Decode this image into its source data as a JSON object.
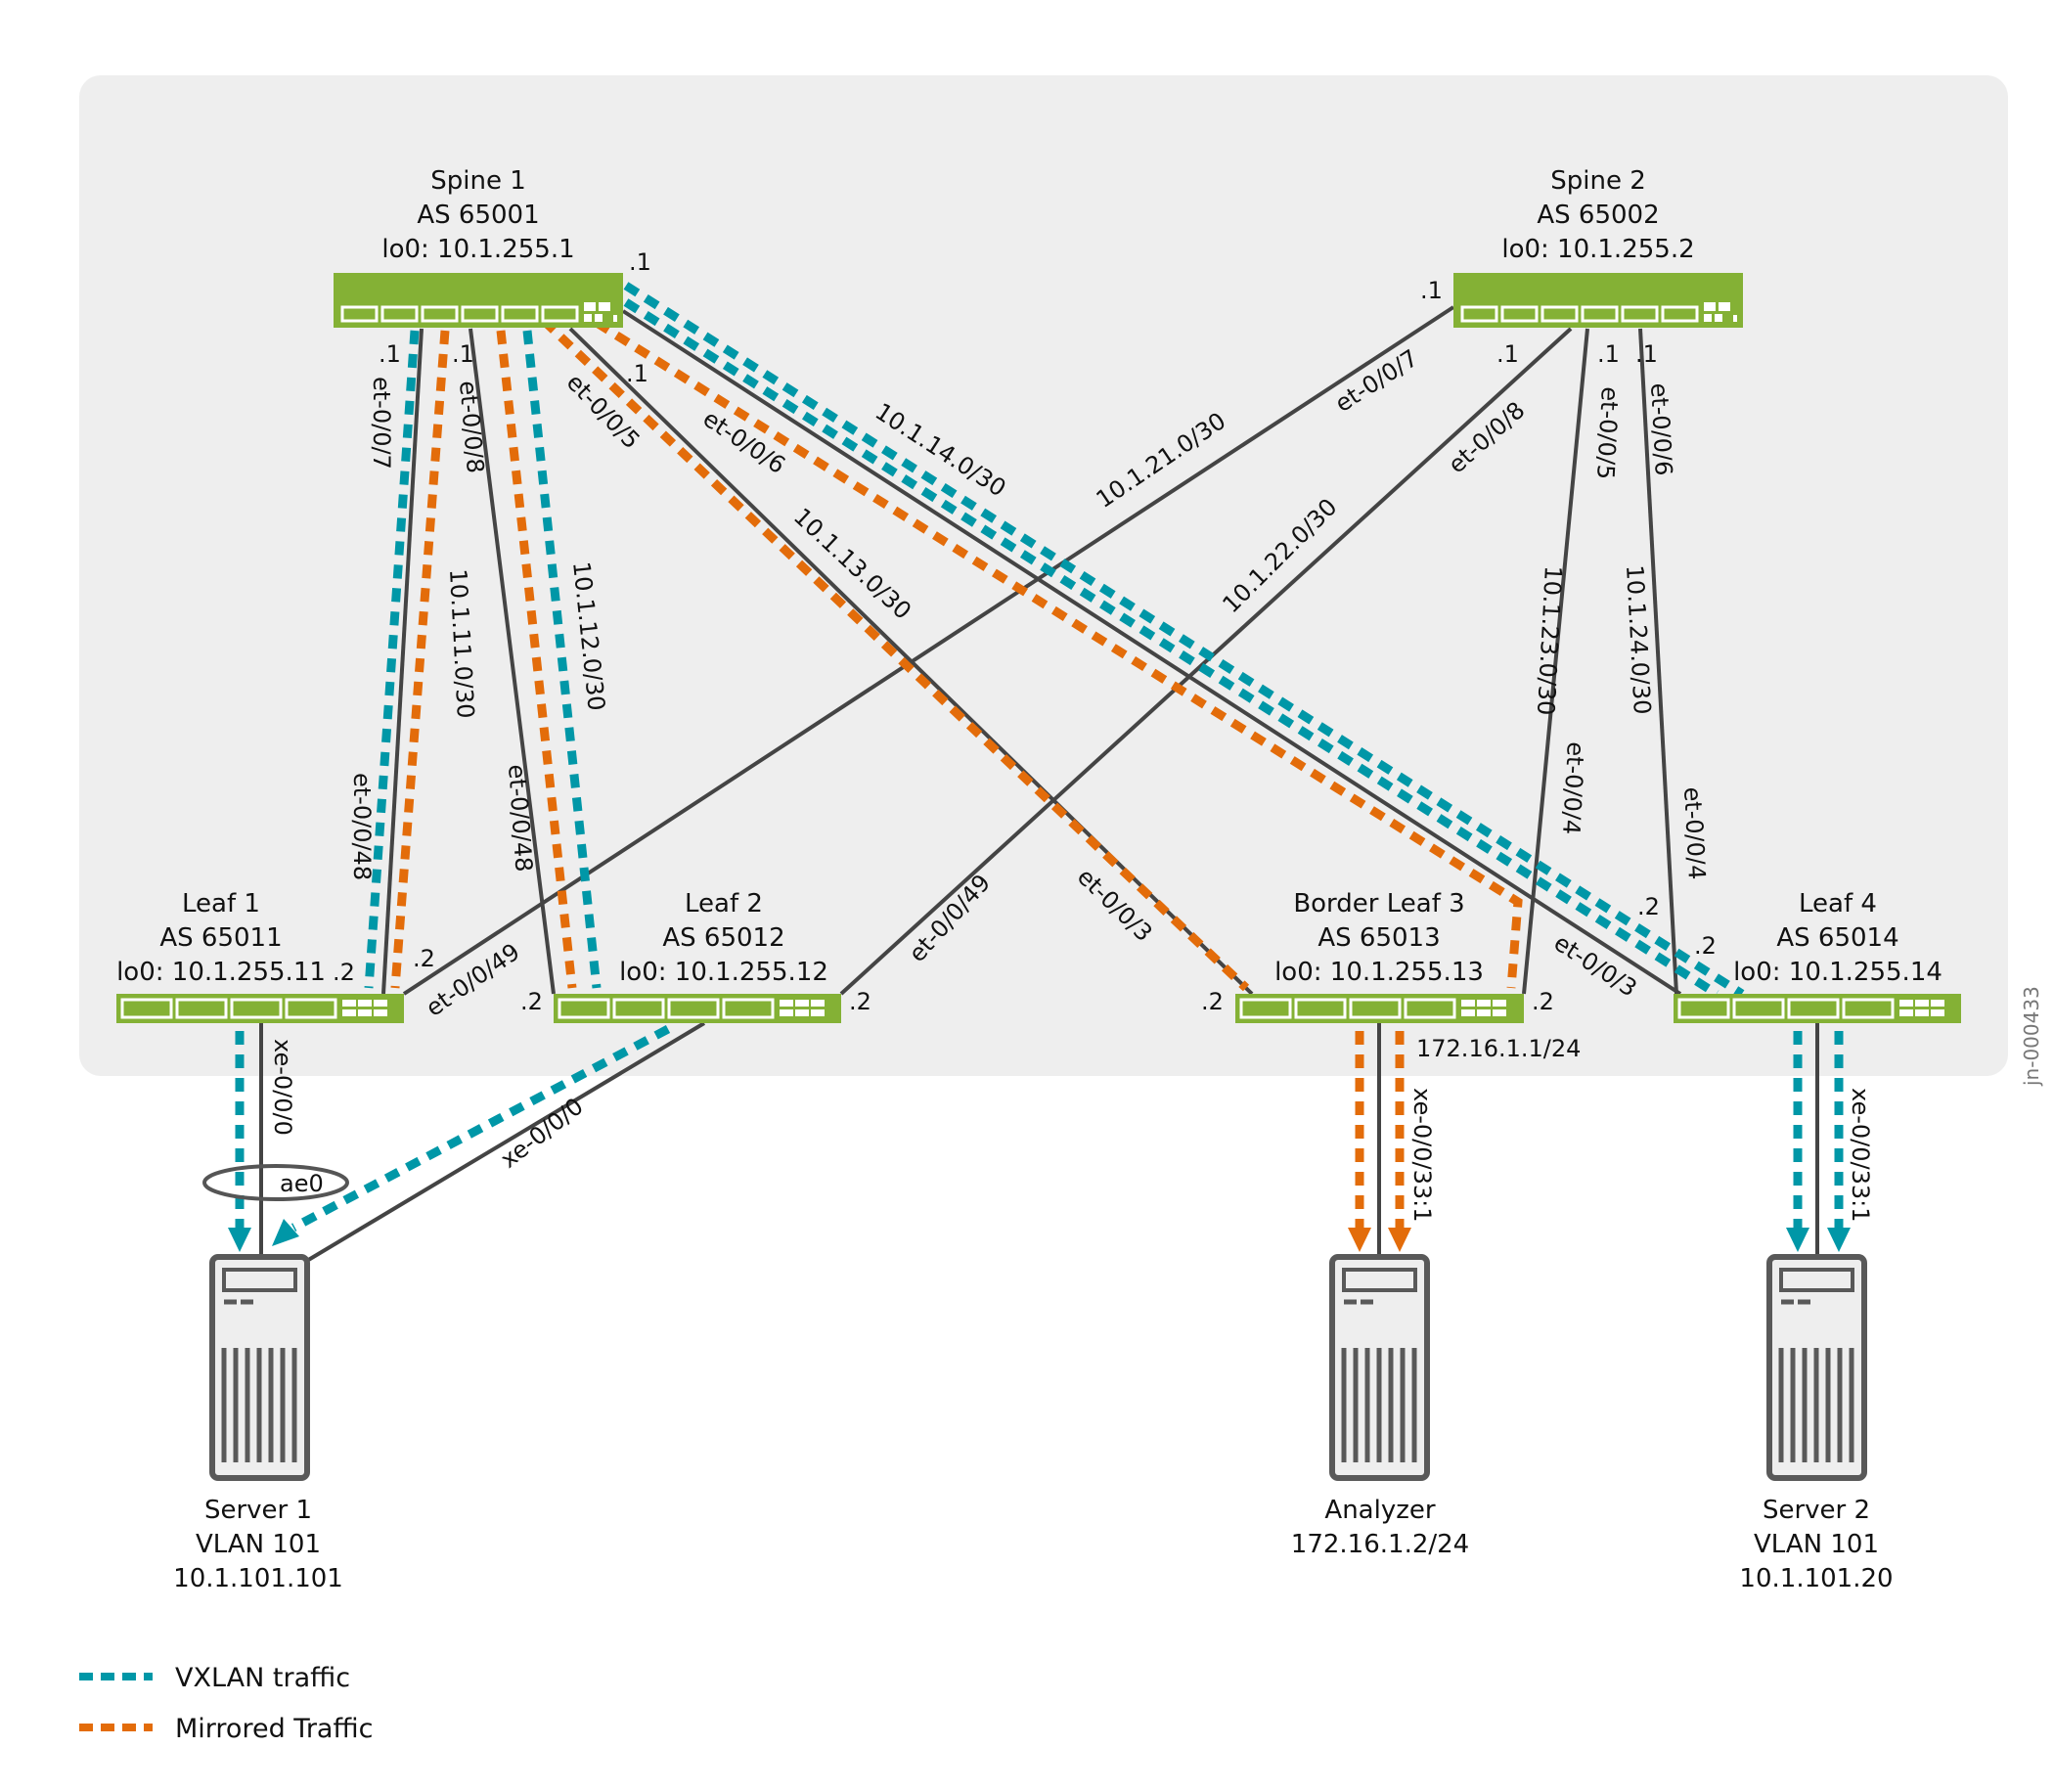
{
  "colors": {
    "panel": "#eeeeee",
    "switch": "#84b135",
    "link": "#444444",
    "vxlan": "#0097a7",
    "mirrored": "#e36c0a"
  },
  "spines": [
    {
      "name": "Spine 1",
      "as": "AS 65001",
      "lo0": "lo0: 10.1.255.1"
    },
    {
      "name": "Spine 2",
      "as": "AS 65002",
      "lo0": "lo0: 10.1.255.2"
    }
  ],
  "leaves": [
    {
      "name": "Leaf 1",
      "as": "AS 65011",
      "lo0": "lo0: 10.1.255.11"
    },
    {
      "name": "Leaf 2",
      "as": "AS 65012",
      "lo0": "lo0: 10.1.255.12"
    },
    {
      "name": "Border Leaf 3",
      "as": "AS 65013",
      "lo0": "lo0: 10.1.255.13"
    },
    {
      "name": "Leaf 4",
      "as": "AS 65014",
      "lo0": "lo0: 10.1.255.14"
    }
  ],
  "hosts": [
    {
      "name": "Server 1",
      "line2": "VLAN 101",
      "line3": "10.1.101.101"
    },
    {
      "name": "Analyzer",
      "line2": "172.16.1.2/24"
    },
    {
      "name": "Server 2",
      "line2": "VLAN 101",
      "line3": "10.1.101.20"
    }
  ],
  "links": {
    "s1_l1": {
      "spine_port": "et-0/0/7",
      "leaf_port": "et-0/0/48",
      "subnet": "10.1.11.0/30",
      "spine_addr": ".1",
      "leaf_addr": ".2"
    },
    "s1_l2": {
      "spine_port": "et-0/0/8",
      "leaf_port": "et-0/0/48",
      "subnet": "10.1.12.0/30",
      "spine_addr": ".1",
      "leaf_addr": ".2"
    },
    "s1_l3": {
      "spine_port": "et-0/0/5",
      "leaf_port": "et-0/0/3",
      "subnet": "10.1.13.0/30",
      "spine_addr": ".1",
      "leaf_addr": ".2"
    },
    "s1_l4": {
      "spine_port": "et-0/0/6",
      "leaf_port": "et-0/0/3",
      "subnet": "10.1.14.0/30",
      "spine_addr": ".1",
      "leaf_addr": ".2"
    },
    "s2_l1": {
      "spine_port": "et-0/0/7",
      "leaf_port": "et-0/0/49",
      "subnet": "10.1.21.0/30",
      "spine_addr": ".1",
      "leaf_addr": ".2"
    },
    "s2_l2": {
      "spine_port": "et-0/0/8",
      "leaf_port": "et-0/0/49",
      "subnet": "10.1.22.0/30",
      "spine_addr": ".1",
      "leaf_addr": ".2"
    },
    "s2_l3": {
      "spine_port": "et-0/0/5",
      "leaf_port": "et-0/0/4",
      "subnet": "10.1.23.0/30",
      "spine_addr": ".1",
      "leaf_addr": ".2"
    },
    "s2_l4": {
      "spine_port": "et-0/0/6",
      "leaf_port": "et-0/0/4",
      "subnet": "10.1.24.0/30",
      "spine_addr": ".1",
      "leaf_addr": ".2"
    }
  },
  "access": {
    "l1_server1_port": "xe-0/0/0",
    "l2_server1_port": "xe-0/0/0",
    "lag": "ae0",
    "l3_analyzer_port": "xe-0/0/33:1",
    "l3_analyzer_ip": "172.16.1.1/24",
    "l4_server2_port": "xe-0/0/33:1"
  },
  "legend": [
    {
      "label": "VXLAN traffic",
      "style": "vxlan"
    },
    {
      "label": "Mirrored Traffic",
      "style": "mirrored"
    }
  ],
  "figure_id": "jn-000433"
}
